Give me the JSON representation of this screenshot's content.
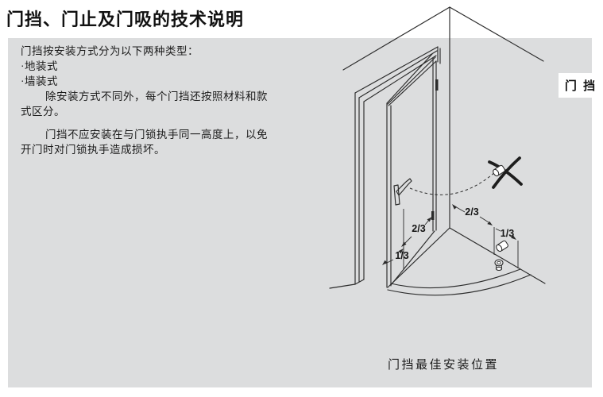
{
  "page": {
    "title": "门挡、门止及门吸的技术说明"
  },
  "side_tab": {
    "label": "门 挡"
  },
  "text_panel": {
    "bg_color": "#dcddde",
    "lines": {
      "l1": "门挡按安装方式分为以下两种类型：",
      "l2": "·地装式",
      "l3": "·墙装式",
      "l4": "除安装方式不同外，每个门挡还按照材料和款",
      "l5": "式区分。",
      "l6": "门挡不应安装在与门锁执手同一高度上，以免",
      "l7": "开门时对门锁执手造成损坏。"
    }
  },
  "diagram": {
    "caption": "门挡最佳安装位置",
    "dimension_labels": {
      "door_upper": "2/3",
      "door_lower": "1/3",
      "wall_upper": "2/3",
      "wall_lower": "1/3"
    },
    "line_color": "#2b2b2b",
    "icon_fill": "#ffffff",
    "icons": [
      "cross-mark-icon",
      "door-handle-icon",
      "wall-door-stop-icon",
      "floor-door-stop-icon"
    ]
  }
}
